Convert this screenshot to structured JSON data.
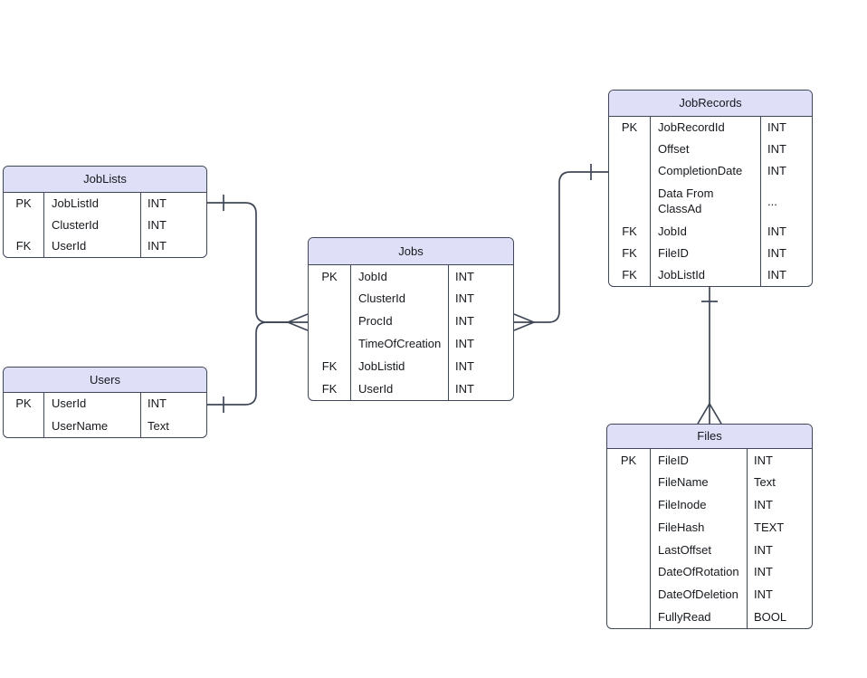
{
  "colors": {
    "background": "#ffffff",
    "table_header_fill": "#dfe0f7",
    "border_and_lines": "#3f4757",
    "text": "#15181d"
  },
  "tables": {
    "joblists": {
      "title": "JobLists",
      "rows": [
        {
          "key": "PK",
          "name": "JobListId",
          "type": "INT"
        },
        {
          "key": "",
          "name": "ClusterId",
          "type": "INT"
        },
        {
          "key": "FK",
          "name": "UserId",
          "type": "INT"
        }
      ]
    },
    "users": {
      "title": "Users",
      "rows": [
        {
          "key": "PK",
          "name": "UserId",
          "type": "INT"
        },
        {
          "key": "",
          "name": "UserName",
          "type": "Text"
        }
      ]
    },
    "jobs": {
      "title": "Jobs",
      "rows": [
        {
          "key": "PK",
          "name": "JobId",
          "type": "INT"
        },
        {
          "key": "",
          "name": "ClusterId",
          "type": "INT"
        },
        {
          "key": "",
          "name": "ProcId",
          "type": "INT"
        },
        {
          "key": "",
          "name": "TimeOfCreation",
          "type": "INT"
        },
        {
          "key": "FK",
          "name": "JobListid",
          "type": "INT"
        },
        {
          "key": "FK",
          "name": "UserId",
          "type": "INT"
        }
      ]
    },
    "jobrecords": {
      "title": "JobRecords",
      "rows": [
        {
          "key": "PK",
          "name": "JobRecordId",
          "type": "INT"
        },
        {
          "key": "",
          "name": "Offset",
          "type": "INT"
        },
        {
          "key": "",
          "name": "CompletionDate",
          "type": "INT"
        },
        {
          "key": "",
          "name": "Data From ClassAd",
          "type": "..."
        },
        {
          "key": "FK",
          "name": "JobId",
          "type": "INT"
        },
        {
          "key": "FK",
          "name": "FileID",
          "type": "INT"
        },
        {
          "key": "FK",
          "name": "JobListId",
          "type": "INT"
        }
      ]
    },
    "files": {
      "title": "Files",
      "rows": [
        {
          "key": "PK",
          "name": "FileID",
          "type": "INT"
        },
        {
          "key": "",
          "name": "FileName",
          "type": "Text"
        },
        {
          "key": "",
          "name": "FileInode",
          "type": "INT"
        },
        {
          "key": "",
          "name": "FileHash",
          "type": "TEXT"
        },
        {
          "key": "",
          "name": "LastOffset",
          "type": "INT"
        },
        {
          "key": "",
          "name": "DateOfRotation",
          "type": "INT"
        },
        {
          "key": "",
          "name": "DateOfDeletion",
          "type": "INT"
        },
        {
          "key": "",
          "name": "FullyRead",
          "type": "BOOL"
        }
      ]
    }
  },
  "relationships": [
    {
      "from": "JobLists",
      "to": "Jobs",
      "from_cardinality": "one",
      "to_cardinality": "many"
    },
    {
      "from": "Users",
      "to": "Jobs",
      "from_cardinality": "one",
      "to_cardinality": "many"
    },
    {
      "from": "JobRecords",
      "to": "Jobs",
      "from_cardinality": "one",
      "to_cardinality": "many"
    },
    {
      "from": "JobRecords",
      "to": "Files",
      "from_cardinality": "one",
      "to_cardinality": "many"
    }
  ]
}
